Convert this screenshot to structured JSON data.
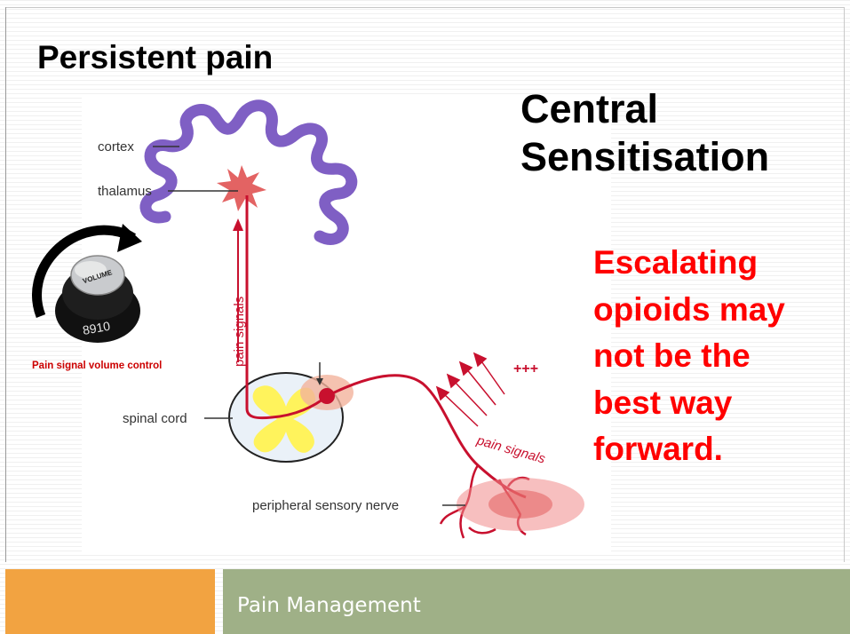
{
  "slide_title": "Persistent pain",
  "heading": {
    "line1": "Central",
    "line2": "Sensitisation"
  },
  "warning": {
    "lines": [
      "Escalating",
      "opioids may",
      "not be the",
      "best way",
      "forward."
    ]
  },
  "diagram": {
    "labels": {
      "cortex": "cortex",
      "thalamus": "thalamus",
      "spinal_cord": "spinal cord",
      "peripheral_nerve": "peripheral sensory nerve",
      "pain_signals_vertical": "pain signals",
      "pain_signals_curved": "pain signals",
      "plus_marks": "+++",
      "volume_caption": "Pain signal volume control",
      "knob_label": "VOLUME",
      "knob_digits": "8910"
    },
    "colors": {
      "brain": "#7f5fc4",
      "nerve": "#c8102e",
      "thalamus_star": "#e36363",
      "spinal_wings": "#fff35c",
      "spinal_body": "#eaf1f8",
      "caption_red": "#cc0000"
    }
  },
  "footer": {
    "text": "Pain Management",
    "left_color": "#f2a341",
    "right_color": "#9fb087"
  }
}
